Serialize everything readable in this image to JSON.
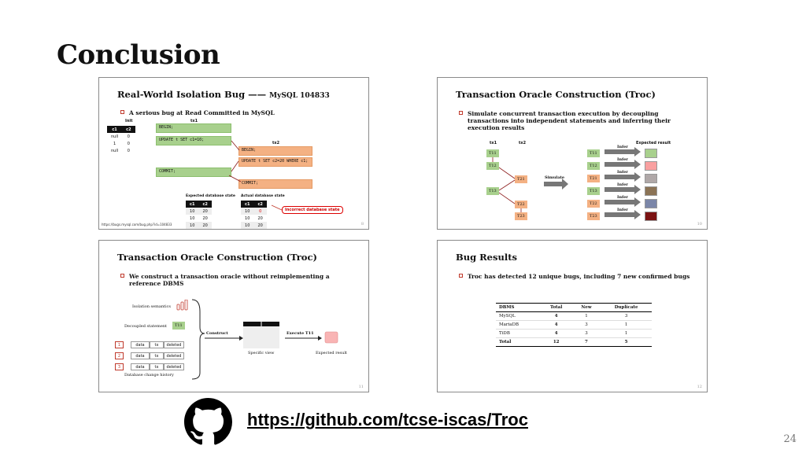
{
  "title": "Conclusion",
  "link": "https://github.com/tcse-iscas/Troc",
  "page_number": "24",
  "slide1": {
    "title": "Real-World Isolation Bug —— ",
    "title_small": "MySQL 104833",
    "bullet": "A serious bug at Read Committed in MySQL",
    "init_label": "Init",
    "tx1_label": "tx1",
    "tx2_label": "tx2",
    "init_table": {
      "headers": [
        "c1",
        "c2"
      ],
      "rows": [
        [
          "null",
          "0"
        ],
        [
          "1",
          "0"
        ],
        [
          "null",
          "0"
        ]
      ]
    },
    "tx1_stmts": [
      "BEGIN;",
      "UPDATE t SET c1=10;",
      "COMMIT;"
    ],
    "tx2_stmts": [
      "BEGIN;",
      "UPDATE t SET c2=20 WHERE c1;",
      "COMMIT;"
    ],
    "expected_label": "Expected database state",
    "actual_label": "Actual database state",
    "expected_table": {
      "headers": [
        "c1",
        "c2"
      ],
      "rows": [
        [
          "10",
          "20"
        ],
        [
          "10",
          "20"
        ],
        [
          "10",
          "20"
        ]
      ]
    },
    "actual_table": {
      "headers": [
        "c1",
        "c2"
      ],
      "rows": [
        [
          "10",
          "0"
        ],
        [
          "10",
          "20"
        ],
        [
          "10",
          "20"
        ]
      ]
    },
    "incorrect_label": "Incorrect database state",
    "url": "https://bugs.mysql.com/bug.php?id=104833",
    "page": "8"
  },
  "slide2": {
    "title": "Transaction Oracle Construction (Troc)",
    "bullet": "Simulate concurrent transaction execution by decoupling transactions into independent statements and inferring their execution results",
    "tx1_label": "tx1",
    "tx2_label": "tx2",
    "expected_label": "Expected result",
    "simulate_label": "Simulate",
    "infer_label": "Infer",
    "left_boxes": [
      "T11",
      "T12",
      "T13"
    ],
    "mid_boxes": [
      "T21",
      "T22",
      "T23"
    ],
    "right_boxes": [
      "T11",
      "T12",
      "T21",
      "T13",
      "T22",
      "T23"
    ],
    "swatch_colors": [
      "#a8d08d",
      "#f9a0a0",
      "#b0a8a8",
      "#8b7355",
      "#7b86a8",
      "#7b1212"
    ],
    "page": "10"
  },
  "slide3": {
    "title": "Transaction Oracle Construction (Troc)",
    "bullet": "We construct a transaction oracle without reimplementing a reference DBMS",
    "isolation_label": "Isolation semantics",
    "decoupled_label": "Decoupled statement",
    "decoupled_box": "T11",
    "history_rows": [
      [
        "1",
        "data",
        "tx",
        "deleted"
      ],
      [
        "2",
        "data",
        "tx",
        "deleted"
      ],
      [
        "3",
        "data",
        "tx",
        "deleted"
      ]
    ],
    "history_label": "Database change history",
    "construct_label": "Construct",
    "execute_label": "Execute T11",
    "specific_view_label": "Specific view",
    "expected_result_label": "Expected result",
    "page": "11"
  },
  "slide4": {
    "title": "Bug Results",
    "bullet": "Troc has detected 12 unique bugs, including 7 new confirmed bugs",
    "table": {
      "headers": [
        "DBMS",
        "Total",
        "New",
        "Duplicate"
      ],
      "rows": [
        [
          "MySQL",
          "4",
          "1",
          "3"
        ],
        [
          "MariaDB",
          "4",
          "3",
          "1"
        ],
        [
          "TiDB",
          "4",
          "3",
          "1"
        ]
      ],
      "total": [
        "Total",
        "12",
        "7",
        "5"
      ]
    },
    "page": "12"
  }
}
